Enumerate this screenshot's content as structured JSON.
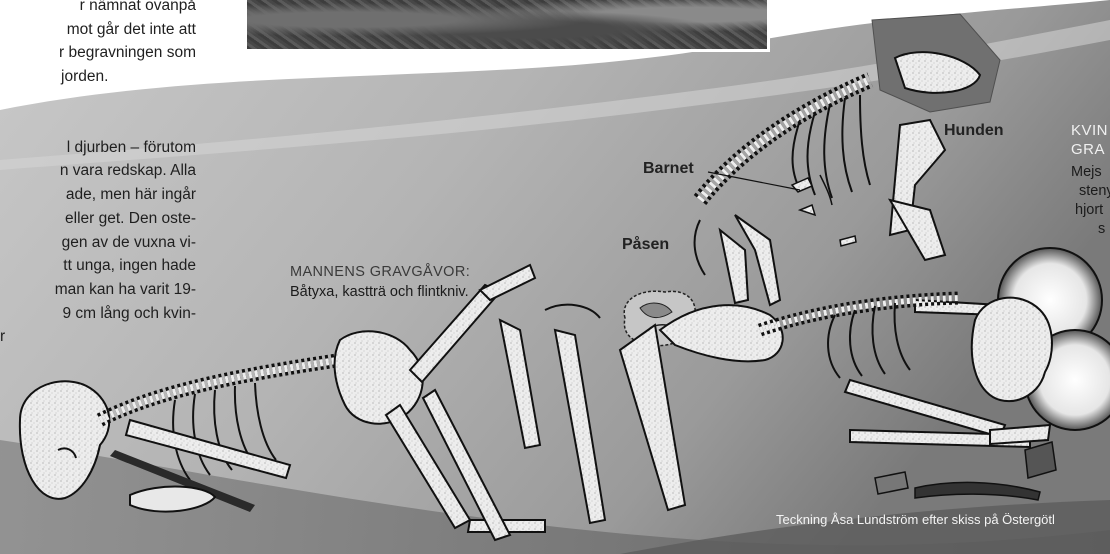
{
  "body_text": {
    "block1": [
      "r nämnat ovanpå",
      "mot går det inte att",
      "r begravningen som",
      "jorden."
    ],
    "block2": [
      "l djurben – förutom",
      "n vara redskap. Alla",
      "ade, men här ingår",
      "eller get. Den oste-",
      "gen av de vuxna vi-",
      "tt unga, ingen hade",
      "man kan ha varit 19-",
      "9 cm lång och kvin-",
      "r"
    ]
  },
  "labels": {
    "man_heading": "MANNENS GRAVGÅVOR:",
    "man_items": "Båtyxa, kastträ och flintkniv.",
    "barnet": "Barnet",
    "pasen": "Påsen",
    "hunden": "Hunden",
    "woman_heading_1": "KVIN",
    "woman_heading_2": "GRA",
    "woman_items_1": "Mejs",
    "woman_items_2": "steny",
    "woman_items_3": "hjort",
    "woman_items_4": "s",
    "caption": "Teckning Åsa Lundström efter skiss på Östergötl"
  },
  "colors": {
    "background_light": "#ffffff",
    "background_grey": "#a9a9a9",
    "background_dark": "#6c6c6c",
    "bone_fill": "#ececec",
    "bone_outline": "#1a1a1a"
  }
}
